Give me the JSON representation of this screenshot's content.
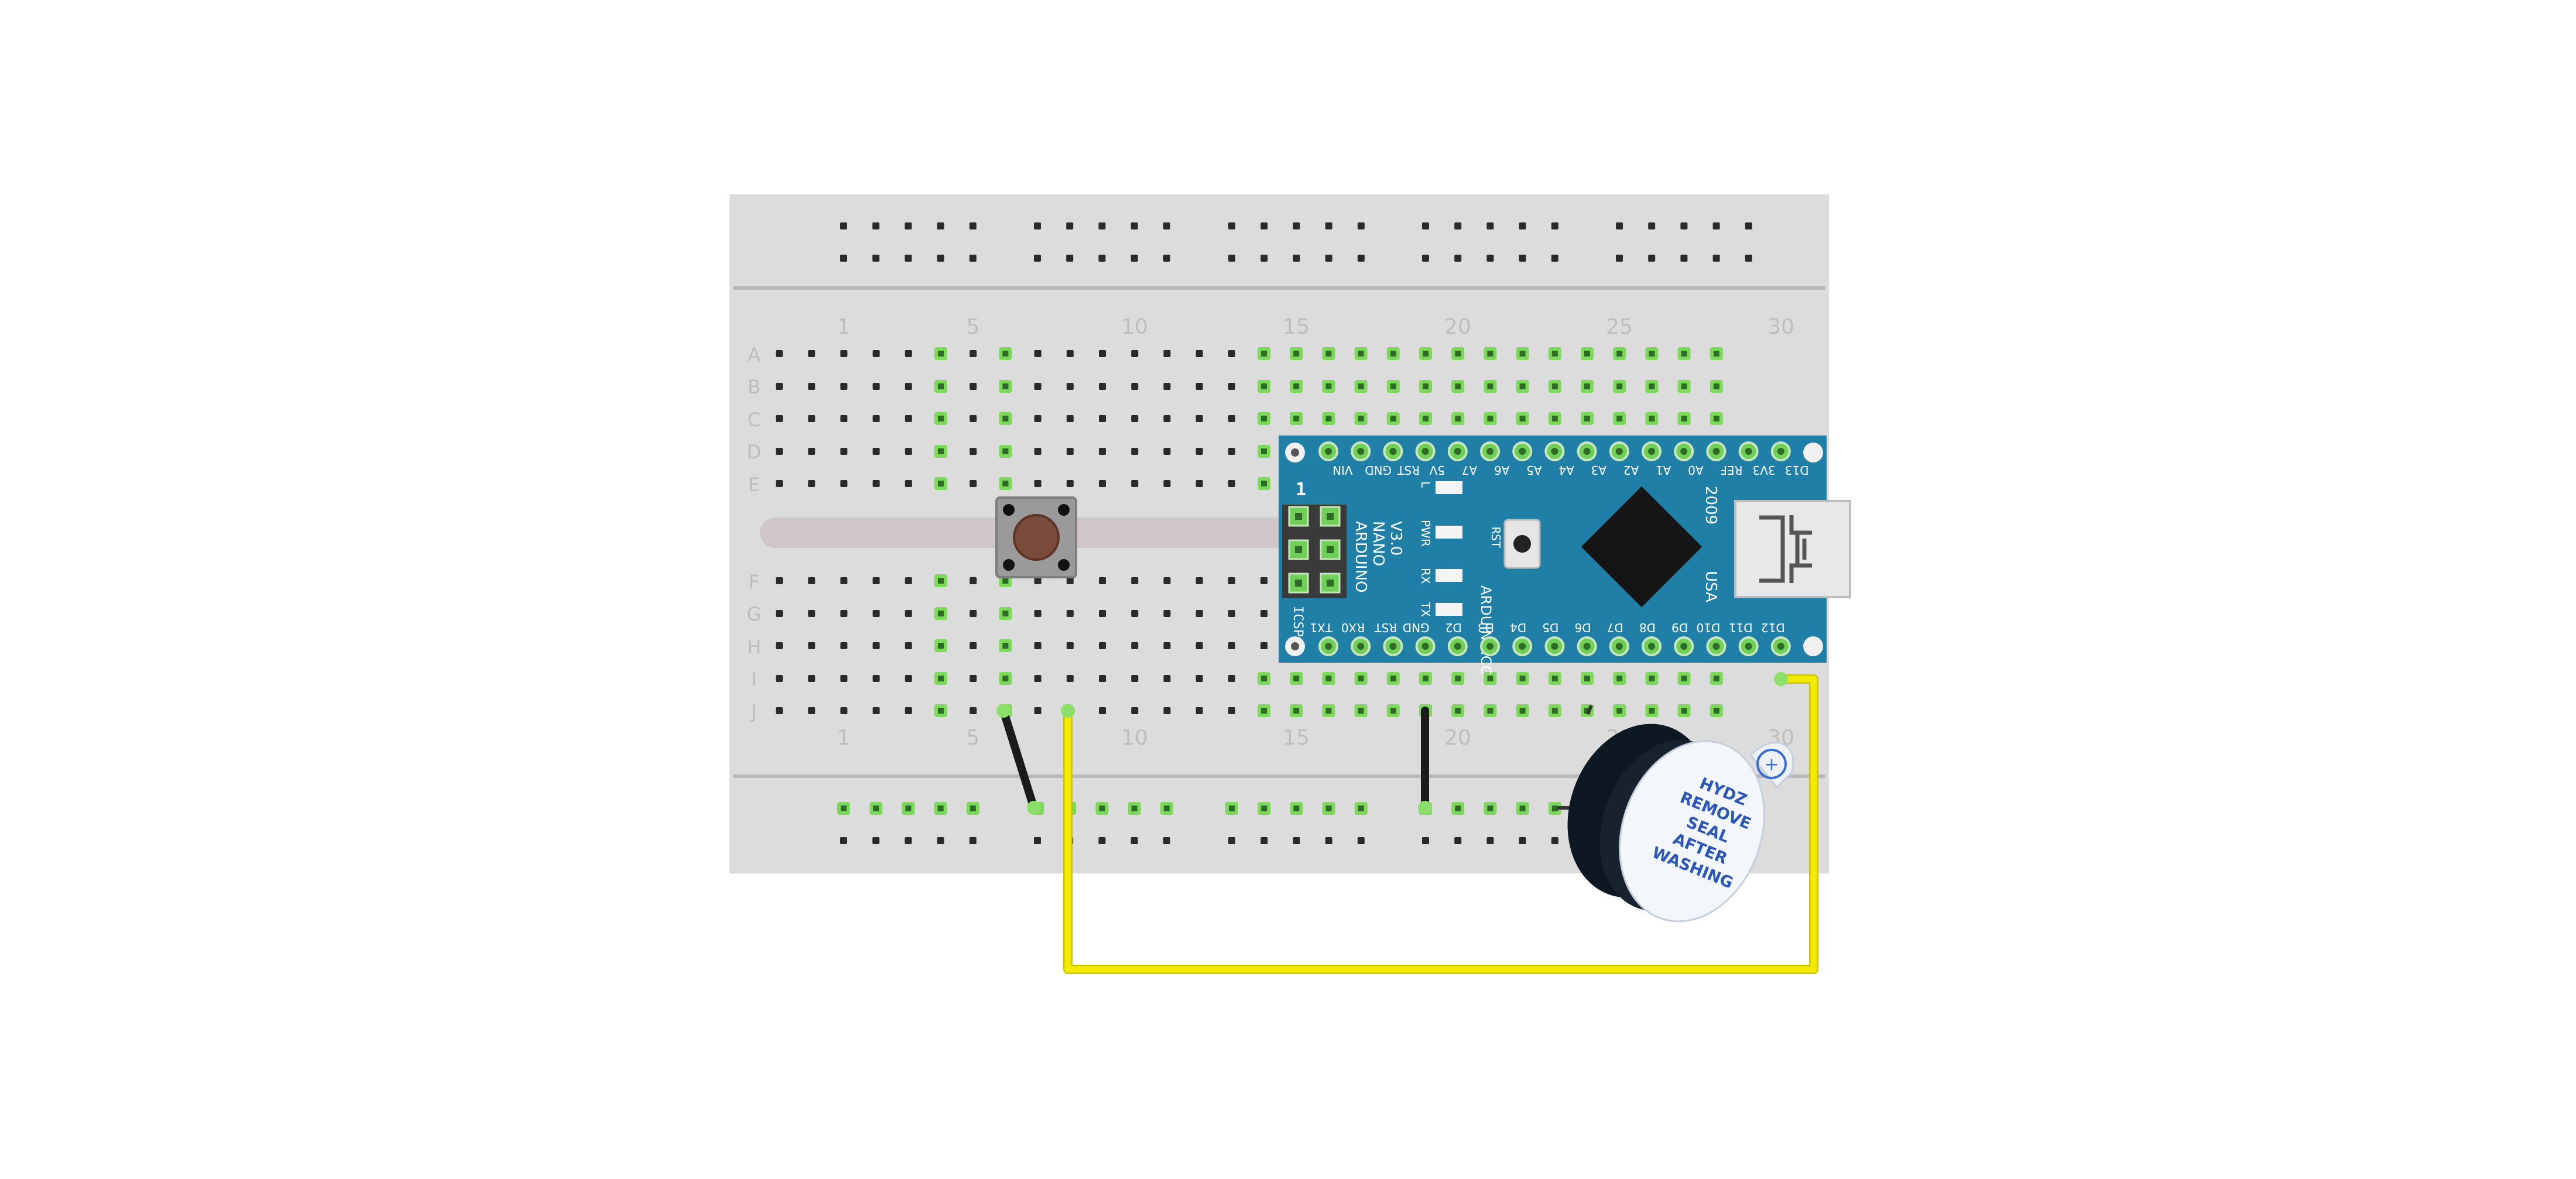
{
  "breadboard": {
    "column_numbers": [
      "1",
      "5",
      "10",
      "15",
      "20",
      "25",
      "30"
    ],
    "row_letters_top": [
      "A",
      "B",
      "C",
      "D",
      "E"
    ],
    "row_letters_bottom": [
      "F",
      "G",
      "H",
      "I",
      "J"
    ]
  },
  "arduino": {
    "brand": "ARDUINO",
    "model": "NANO",
    "version": "V3.0",
    "website": "ARDUINO.CC",
    "year": "2009",
    "origin": "USA",
    "icsp_label": "ICSP",
    "icsp_pin1": "1",
    "rst_button_label": "RST",
    "leds": [
      "L",
      "PWR",
      "RX",
      "TX"
    ],
    "top_pins": [
      "VIN",
      "GND",
      "RST",
      "5V",
      "A7",
      "A6",
      "A5",
      "A4",
      "A3",
      "A2",
      "A1",
      "A0",
      "REF",
      "3V3",
      "D13"
    ],
    "bottom_pins": [
      "TX1",
      "RX0",
      "RST",
      "GND",
      "D2",
      "D3",
      "D4",
      "D5",
      "D6",
      "D7",
      "D8",
      "D9",
      "D10",
      "D11",
      "D12"
    ]
  },
  "buzzer": {
    "label_lines": [
      "HYDZ",
      "REMOVE",
      "SEAL",
      "AFTER",
      "WASHING"
    ],
    "polarity_symbol": "+"
  },
  "colors": {
    "breadboard": "#dcdcdc",
    "arduino_board": "#1f7fa6",
    "signal_wire": "#f2ea00",
    "ground_wire": "#1b1b1b",
    "connected_hole": "#7cd95a"
  }
}
